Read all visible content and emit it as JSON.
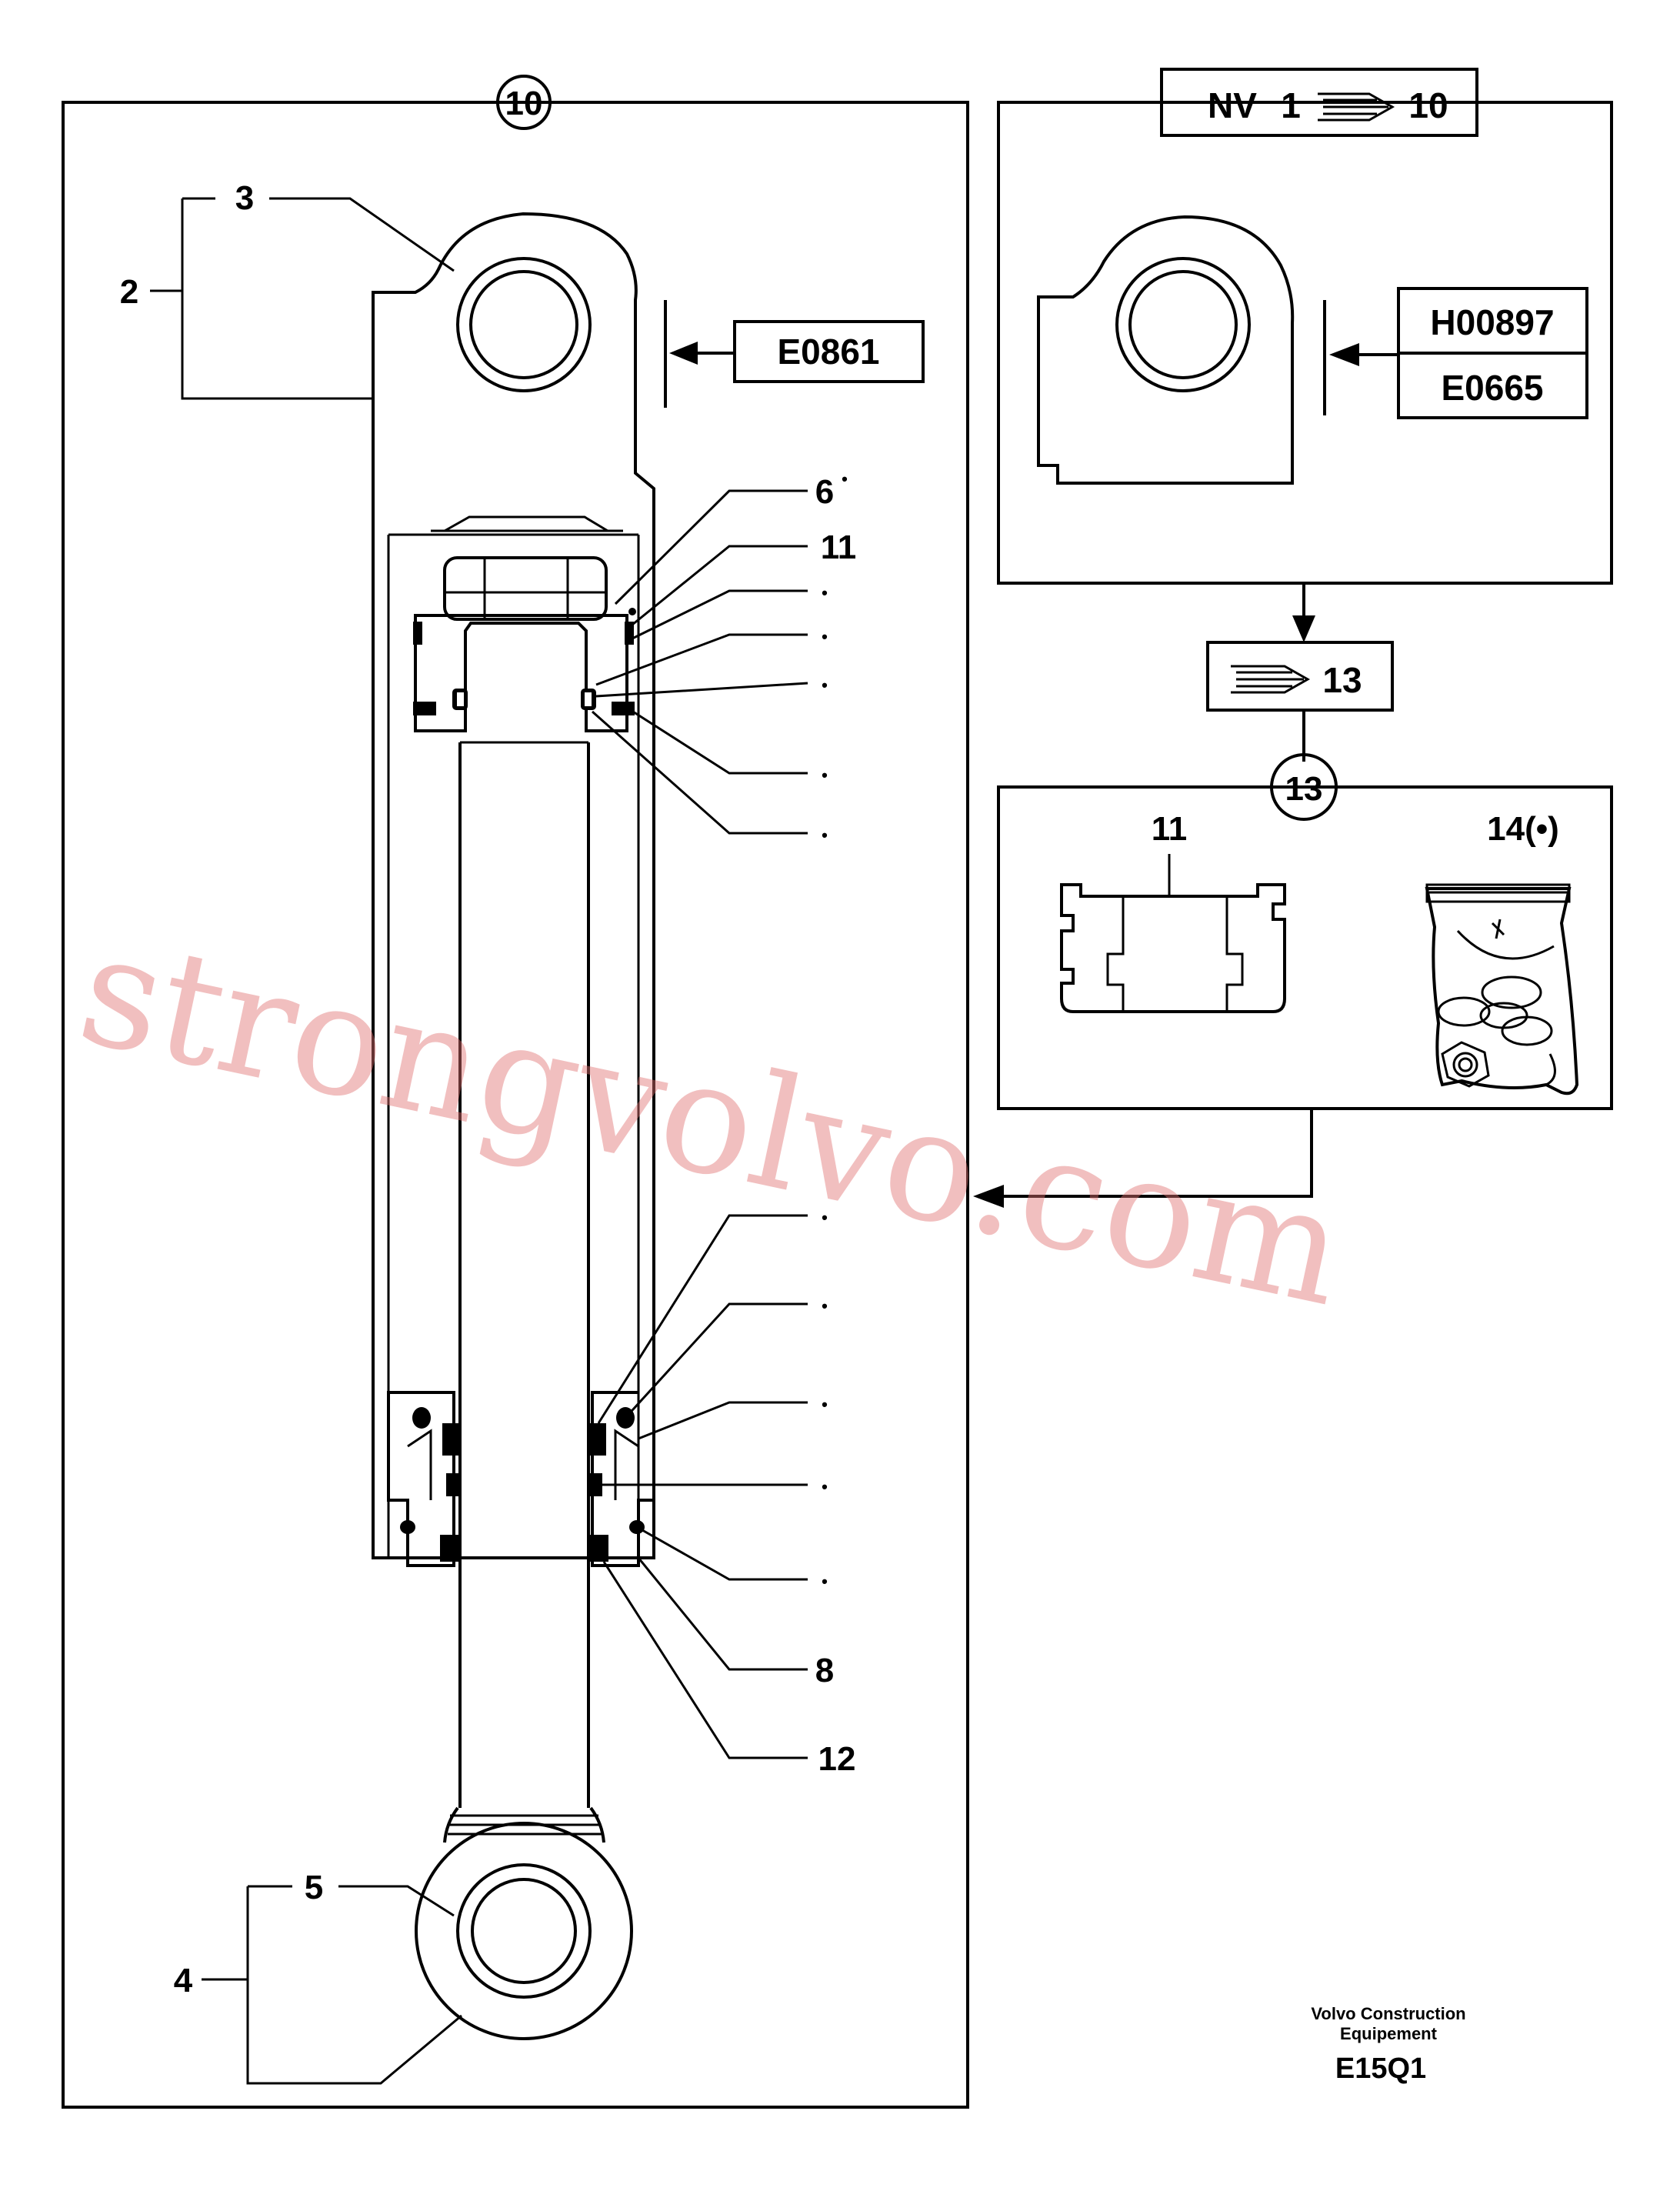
{
  "main_frame": {
    "circle_label": "10",
    "reference_code": "E0861",
    "labels": {
      "item2": "2",
      "item3": "3",
      "item4": "4",
      "item5": "5",
      "item6": "6",
      "item8": "8",
      "item11": "11",
      "item12": "12"
    },
    "bullet": "•"
  },
  "detail_frame": {
    "header_nv": "NV",
    "header_from": "1",
    "header_to": "10",
    "codes": [
      "H00897",
      "E0665"
    ]
  },
  "step_box": {
    "label": "13"
  },
  "kit_frame": {
    "circle_label": "13",
    "part_label": "11",
    "kit_label": "14(•)"
  },
  "watermark": "strongvolvo.com",
  "footer": {
    "company_line1": "Volvo Construction",
    "company_line2": "Equipement",
    "drawing_code": "E15Q1"
  }
}
